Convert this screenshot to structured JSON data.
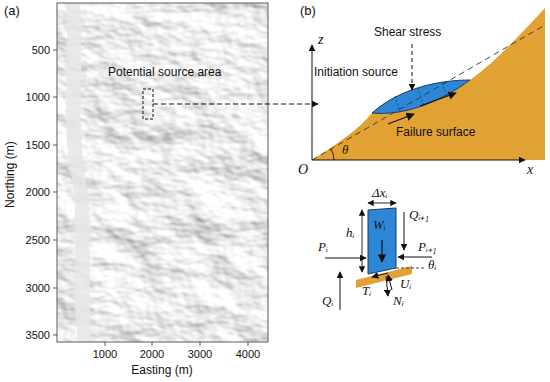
{
  "diagram": {
    "labels": [
      "(a)",
      "(b)",
      "Potential source area",
      "500",
      "1000",
      "1500",
      "2000",
      "2500",
      "3000",
      "3500",
      "Northing (m)",
      "1000",
      "2000",
      "3000",
      "4000",
      "Easting (m)",
      "Shear stress",
      "Initiation source",
      "Failure surface",
      "z",
      "x",
      "O",
      "θ",
      "Δxᵢ",
      "hᵢ",
      "Qᵢ₊₁",
      "Wᵢ",
      "Pᵢ₊₁",
      "Pᵢ",
      "θᵢ",
      "Qᵢ",
      "Uᵢ",
      "Tᵢ",
      "Nᵢ"
    ]
  }
}
